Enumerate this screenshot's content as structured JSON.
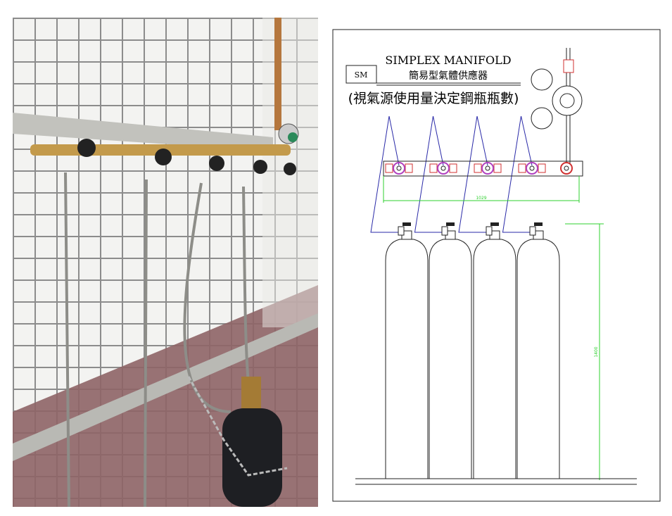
{
  "diagram": {
    "code_box": "SM",
    "title": "SIMPLEX  MANIFOLD",
    "subtitle": "簡易型氣體供應器",
    "note": "(視氣源使用量決定鋼瓶瓶數)",
    "manifold_width_dimension": "1029",
    "cylinder_height_dimension": "1400",
    "cylinder_count": 4,
    "valve_count": 4
  },
  "colors": {
    "connector": "#2a2aa8",
    "dimension": "#2fd02f",
    "valve_red": "#d03030",
    "valve_magenta": "#b040c0"
  }
}
